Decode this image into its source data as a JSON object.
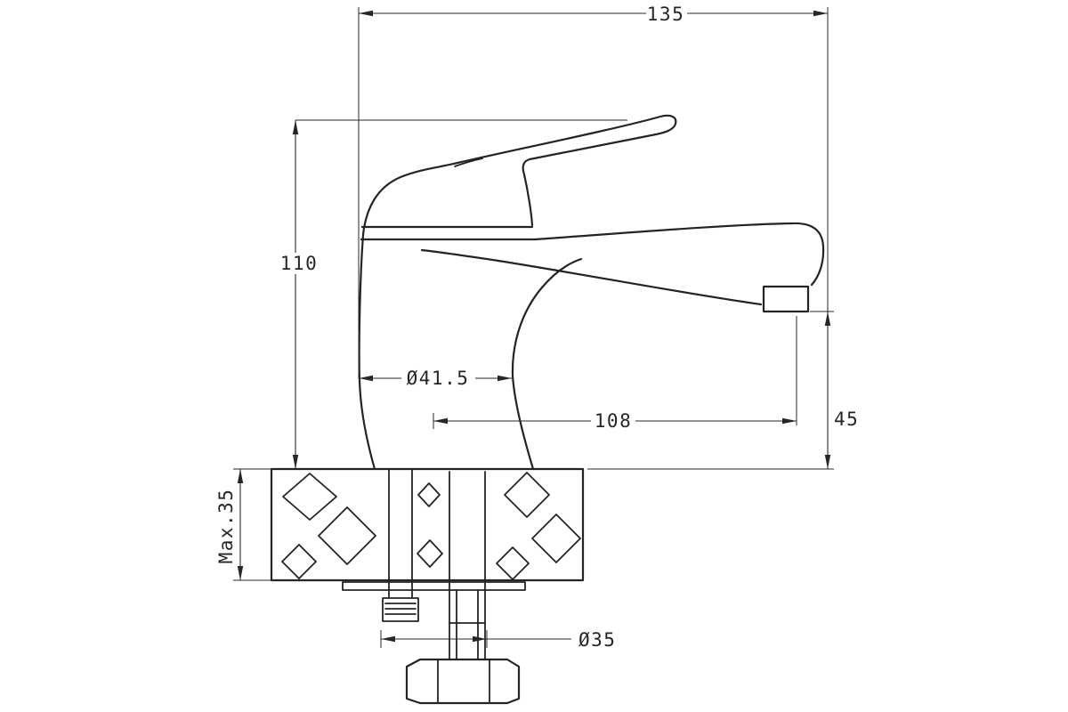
{
  "canvas": {
    "background": "#ffffff",
    "line_color": "#262626"
  },
  "drawing": {
    "labels": {
      "overall_depth": "135",
      "height": "110",
      "base_diameter": "Ø41.5",
      "spout_reach": "108",
      "spout_height": "45",
      "max_thickness": "Max.35",
      "connection_diameter": "Ø35"
    }
  }
}
